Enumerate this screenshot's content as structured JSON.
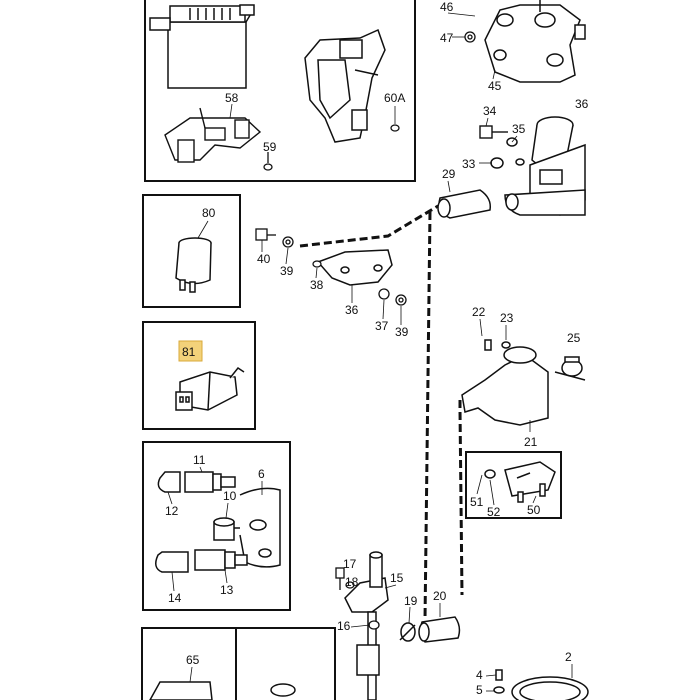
{
  "labels": {
    "l46": "46",
    "l47": "47",
    "l45": "45",
    "l58": "58",
    "l59": "59",
    "l60a": "60A",
    "l34": "34",
    "l35": "35",
    "l36top": "36",
    "l33": "33",
    "l29": "29",
    "l80": "80",
    "l40": "40",
    "l39a": "39",
    "l38": "38",
    "l36": "36",
    "l37": "37",
    "l39b": "39",
    "l81": "81",
    "l22": "22",
    "l23": "23",
    "l25": "25",
    "l21": "21",
    "l51": "51",
    "l52": "52",
    "l50": "50",
    "l11": "11",
    "l6": "6",
    "l10": "10",
    "l12": "12",
    "l13": "13",
    "l14": "14",
    "l17": "17",
    "l18": "18",
    "l15": "15",
    "l16": "16",
    "l19": "19",
    "l20": "20",
    "l65": "65",
    "l4": "4",
    "l5": "5",
    "l2": "2"
  },
  "highlight": {
    "label_key": "l81",
    "color": "#f3d27a"
  }
}
